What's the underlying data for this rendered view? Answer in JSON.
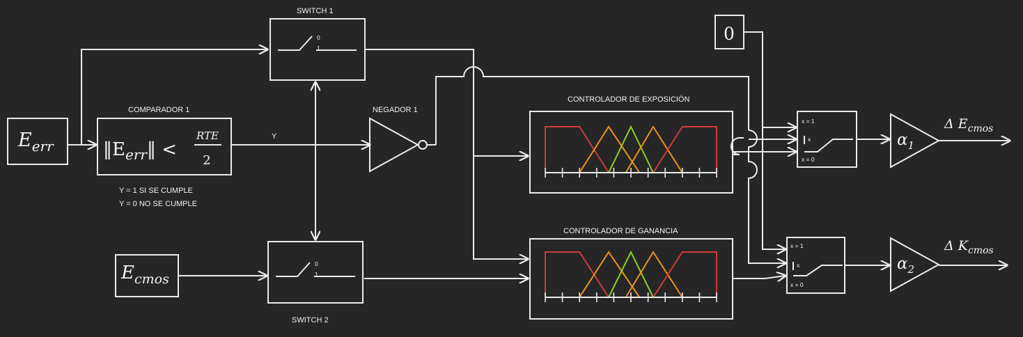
{
  "labels": {
    "switch1": "SWITCH  1",
    "switch2": "SWITCH 2",
    "comparador": "COMPARADOR 1",
    "negador": "NEGADOR 1",
    "ctrl_exp": "CONTROLADOR DE EXPOSICIÓN",
    "ctrl_gan": "CONTROLADOR DE GANANCIA",
    "y_signal": "Y",
    "cond1": "Y = 1 SI SE CUMPLE",
    "cond2": "Y = 0 NO SE CUMPLE"
  },
  "blocks": {
    "e_err": {
      "base": "E",
      "sub": "err"
    },
    "e_cmos": {
      "base": "E",
      "sub": "cmos"
    },
    "comparator_expr": {
      "lhs": "‖E",
      "sub": "err",
      "rhs": "‖ <",
      "num": "RTE",
      "den": "2"
    },
    "constant": "0",
    "gain1": {
      "base": "α",
      "sub": "1"
    },
    "gain2": {
      "base": "α",
      "sub": "2"
    }
  },
  "switch_ports": {
    "top": "0",
    "bottom": "1"
  },
  "selector_ports": {
    "top": "x = 1",
    "mid": "x",
    "bottom": "x = 0"
  },
  "outputs": {
    "delta_e": {
      "prefix": "Δ E",
      "sub": "cmos"
    },
    "delta_k": {
      "prefix": "Δ K",
      "sub": "cmos"
    }
  },
  "colors": {
    "background": "#262626",
    "line": "#ececec",
    "mf_red": "#d23b3b",
    "mf_orange": "#f0921e",
    "mf_green": "#8fd11f"
  }
}
